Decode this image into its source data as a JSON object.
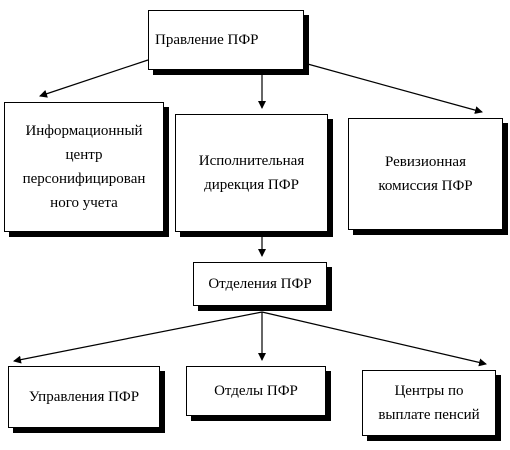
{
  "diagram": {
    "root": "Правление ПФР",
    "level2": [
      "Информационный центр персонифицирован ного учета",
      "Исполнительная дирекция ПФР",
      "Ревизионная комиссия ПФР"
    ],
    "middle": "Отделения ПФР",
    "level4": [
      "Управления ПФР",
      "Отделы ПФР",
      "Центры по выплате пенсий"
    ]
  },
  "colors": {
    "line": "#000000",
    "box_fill": "#ffffff",
    "shadow": "#000000"
  }
}
